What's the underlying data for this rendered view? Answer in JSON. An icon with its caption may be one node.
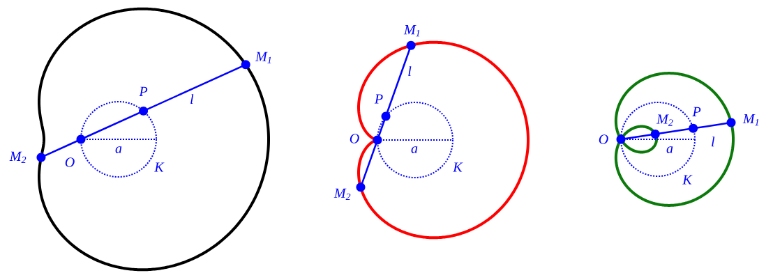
{
  "diagram": {
    "nodes": [
      {
        "text": [
          "M$_{1}$"
        ]
      },
      {
        "text": [
          "P"
        ]
      },
      {
        "text": [
          "O"
        ]
      },
      {
        "text": [
          "M$_{2}$"
        ]
      },
      {
        "text": [
          "M$_{1}$"
        ]
      },
      {
        "text": [
          "P"
        ]
      },
      {
        "text": [
          "O"
        ]
      },
      {
        "text": [
          "M$_{2}$"
        ]
      },
      {
        "text": [
          "O"
        ]
      },
      {
        "text": [
          "M$_{2}$"
        ]
      },
      {
        "text": [
          "P"
        ]
      },
      {
        "text": [
          "M$_{1}$"
        ]
      }
    ],
    "edges": [
      {
        "from": 3,
        "to": 2,
        "arrow": "none"
      },
      {
        "from": 2,
        "to": 1,
        "arrow": "none"
      },
      {
        "from": 1,
        "to": 0,
        "arrow": "none",
        "label": "l"
      },
      {
        "from": 7,
        "to": 6,
        "arrow": "none"
      },
      {
        "from": 6,
        "to": 5,
        "arrow": "none"
      },
      {
        "from": 5,
        "to": 4,
        "arrow": "none",
        "label": "l"
      },
      {
        "from": 8,
        "to": 9,
        "arrow": "none"
      },
      {
        "from": 9,
        "to": 10,
        "arrow": "none"
      },
      {
        "from": 10,
        "to": 11,
        "arrow": "none",
        "label": "l"
      }
    ],
    "labels": [
      "a",
      "K",
      "a",
      "K",
      "a",
      "K"
    ]
  }
}
